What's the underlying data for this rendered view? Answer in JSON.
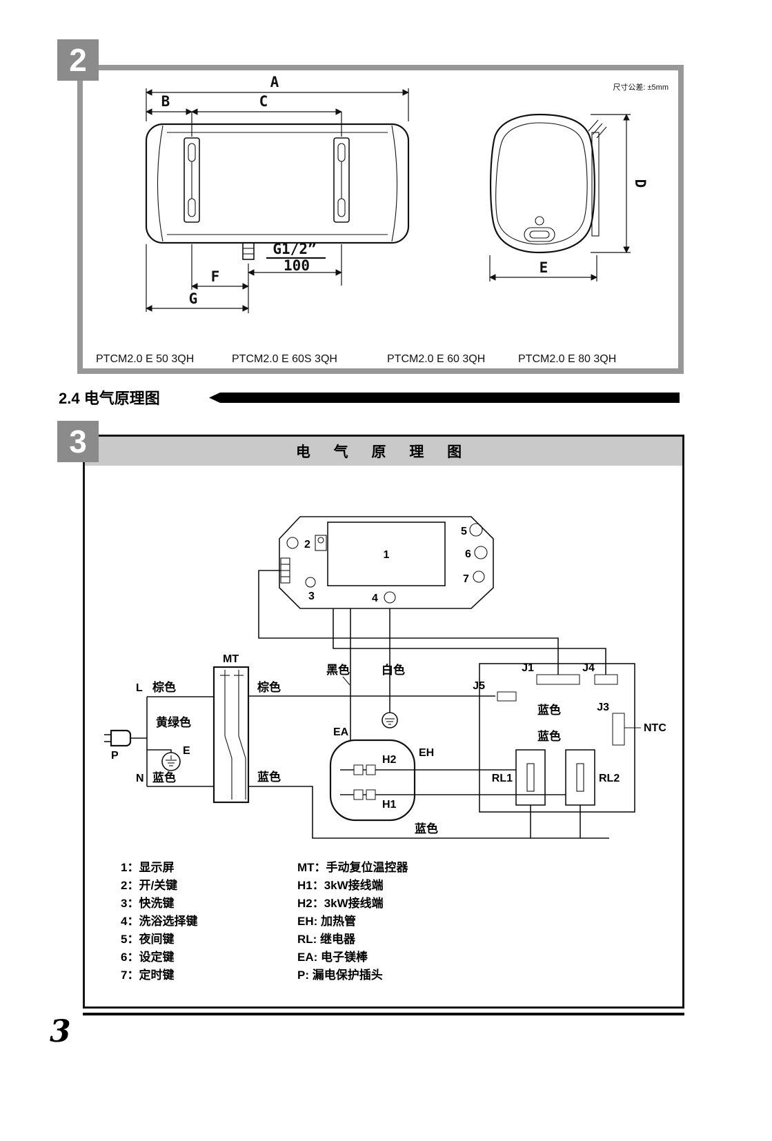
{
  "page": {
    "badge2": "2",
    "badge3": "3",
    "section_heading": "2.4 电气原理图",
    "tolerance_note": "尺寸公差: ±5mm",
    "page_number": "3"
  },
  "dim_diagram": {
    "dim_a": "A",
    "dim_b": "B",
    "dim_c": "C",
    "dim_d": "D",
    "dim_e": "E",
    "dim_f": "F",
    "dim_g": "G",
    "thread": "G1/2”",
    "dim_100": "100",
    "models": [
      "PTCM2.0 E 50 3QH",
      "PTCM2.0 E 60S 3QH",
      "PTCM2.0 E 60 3QH",
      "PTCM2.0 E 80 3QH"
    ]
  },
  "schematic": {
    "title": "电 气 原 理 图",
    "panel": {
      "n1": "1",
      "n2": "2",
      "n3": "3",
      "n4": "4",
      "n5": "5",
      "n6": "6",
      "n7": "7"
    },
    "labels": {
      "mt": "MT",
      "black": "黑色",
      "white": "白色",
      "l": "L",
      "n": "N",
      "p": "P",
      "e": "E",
      "brown_left": "棕色",
      "brown_right": "棕色",
      "yellow_green": "黄绿色",
      "blue_left": "蓝色",
      "blue_mid": "蓝色",
      "blue_right1": "蓝色",
      "blue_right2": "蓝色",
      "blue_bottom": "蓝色",
      "ea": "EA",
      "eh": "EH",
      "h1": "H1",
      "h2": "H2",
      "j1": "J1",
      "j3": "J3",
      "j4": "J4",
      "j5": "J5",
      "ntc": "NTC",
      "rl1": "RL1",
      "rl2": "RL2"
    },
    "legend_left": [
      "1：显示屏",
      "2：开/关键",
      "3：快洗键",
      "4：洗浴选择键",
      "5：夜间键",
      "6：设定键",
      "7：定时键"
    ],
    "legend_right": [
      "MT：手动复位温控器",
      "H1：3kW接线端",
      "H2：3kW接线端",
      "EH: 加热管",
      "RL: 继电器",
      "EA: 电子镁棒",
      "P:  漏电保护插头"
    ]
  }
}
